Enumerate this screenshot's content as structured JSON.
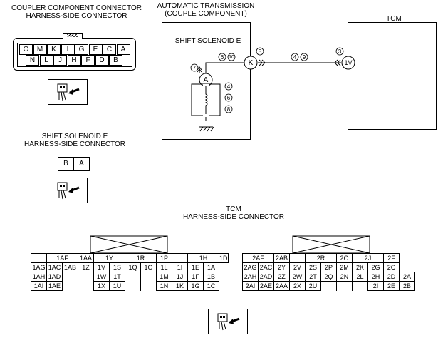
{
  "coupler": {
    "title_line1": "COUPLER COMPONENT CONNECTOR",
    "title_line2": "HARNESS-SIDE CONNECTOR",
    "top_row": [
      "O",
      "M",
      "K",
      "I",
      "G",
      "E",
      "C",
      "A"
    ],
    "bottom_row": [
      "N",
      "L",
      "J",
      "H",
      "F",
      "D",
      "B"
    ]
  },
  "at": {
    "title_line1": "AUTOMATIC TRANSMISSION",
    "title_line2": "(COUPLE COMPONENT)",
    "solenoid_label": "SHIFT SOLENOID E",
    "terminal_a": "A",
    "terminal_k": "K",
    "terminal_5": "5",
    "terminal_6": "6",
    "terminal_10": "10",
    "terminal_7": "7",
    "terminal_4a": "4",
    "terminal_6b": "6",
    "terminal_8": "8",
    "wire_4": "4",
    "wire_9": "9"
  },
  "tcm": {
    "label": "TCM",
    "terminal_3": "3",
    "terminal_1v": "1V"
  },
  "shift_solenoid_connector": {
    "title_line1": "SHIFT SOLENOID E",
    "title_line2": "HARNESS-SIDE CONNECTOR",
    "pins": [
      "B",
      "A"
    ]
  },
  "tcm_connector": {
    "title_line1": "TCM",
    "title_line2": "HARNESS-SIDE CONNECTOR",
    "left": {
      "row1": [
        "",
        "1AF",
        "",
        "1AA",
        "",
        "1Y",
        "",
        "1R",
        "",
        "1P",
        "",
        "",
        "",
        "1H",
        "",
        "1D",
        ""
      ],
      "row2": [
        "1AG",
        "1AC",
        "1AB",
        "1Z",
        "1V",
        "1S",
        "1Q",
        "1O",
        "1L",
        "1I",
        "1E",
        "1A"
      ],
      "row3": [
        "1AH",
        "1AD",
        "",
        "",
        "1W",
        "1T",
        "",
        "",
        "1M",
        "1J",
        "1F",
        "1B"
      ],
      "row4": [
        "1AI",
        "1AE",
        "",
        "",
        "1X",
        "1U",
        "",
        "",
        "1N",
        "1K",
        "1G",
        "1C"
      ]
    },
    "right": {
      "row1": [
        "2AF",
        "2AB",
        "2R",
        "2O",
        "2J",
        "2F"
      ],
      "row2": [
        "2AG",
        "2AC",
        "2Y",
        "2V",
        "2S",
        "2P",
        "2M",
        "2K",
        "2G",
        "2C",
        ""
      ],
      "row3": [
        "2AH",
        "2AD",
        "2Z",
        "2W",
        "2T",
        "2Q",
        "2N",
        "2L",
        "2H",
        "2D",
        "2A"
      ],
      "row4": [
        "2AI",
        "2AE",
        "2AA",
        "2X",
        "2U",
        "",
        "",
        "",
        "2I",
        "2E",
        "2B"
      ]
    }
  }
}
